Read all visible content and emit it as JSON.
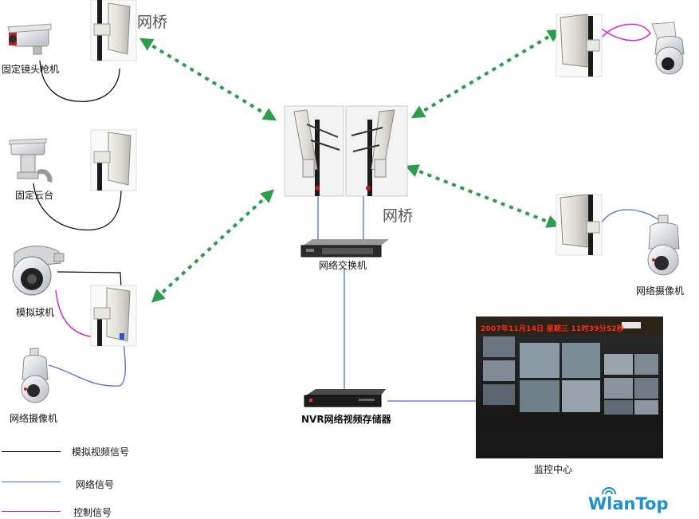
{
  "labels": {
    "bridge_top": "网桥",
    "bridge_center": "网桥",
    "fixed_camera": "固定镜头枪机",
    "ptz": "固定云台",
    "analog_dome": "模拟球机",
    "ip_camera_left": "网络摄像机",
    "ip_camera_right": "网络摄像机",
    "switch": "网络交换机",
    "nvr": "NVR网络视频存储器",
    "monitor_center": "监控中心"
  },
  "led_text": "2007年11月14日  星期三  11时39分52秒",
  "legend": [
    {
      "label": "模拟视频信号",
      "color": "#000000"
    },
    {
      "label": "网络信号",
      "color": "#4a6fd4"
    },
    {
      "label": "控制信号",
      "color": "#d020d0"
    }
  ],
  "logo": "WlanTop",
  "colors": {
    "wireless_link": "#2e9c4e",
    "network": "#4a6fd4",
    "control": "#d020d0",
    "analog": "#000000",
    "led": "#ff2a1a"
  }
}
